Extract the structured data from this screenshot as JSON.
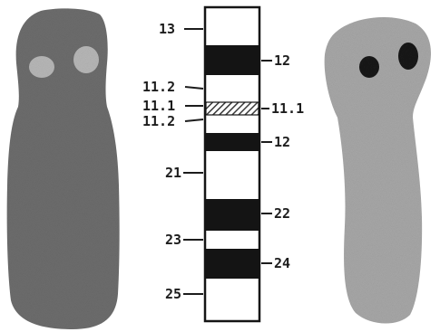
{
  "ideogram": {
    "left_labels": [
      "13",
      "11.2",
      "11.1",
      "11.2",
      "21",
      "23",
      "25"
    ],
    "right_labels": [
      "12",
      "11.1",
      "12",
      "22",
      "24"
    ]
  },
  "colors": {
    "left_chromosome": "#6e6e6e",
    "left_spots": "#b9b9b9",
    "right_chromosome": "#a9a9a9",
    "right_spots": "#1a1a1a",
    "band_dark": "#141414",
    "band_light": "#ffffff",
    "centromere_hatch": "#4a4a4a"
  }
}
